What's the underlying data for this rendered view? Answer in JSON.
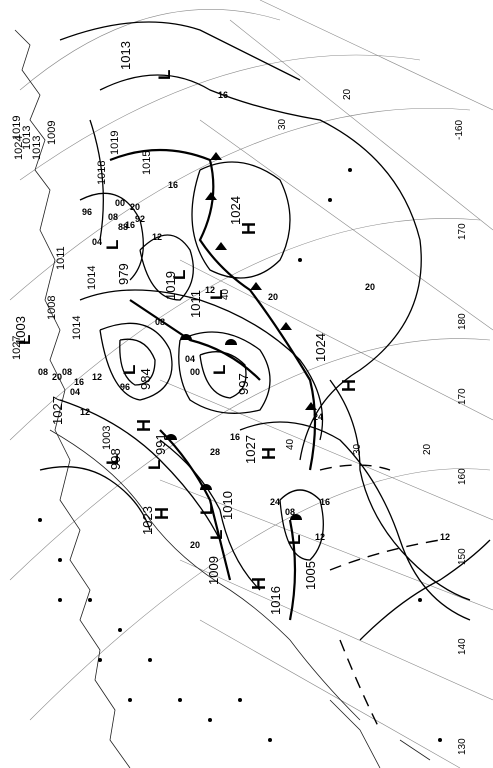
{
  "map": {
    "pressure_centers": [
      {
        "type": "H",
        "value": "1024",
        "rot": -90
      },
      {
        "type": "H",
        "value": "1024",
        "rot": -90
      },
      {
        "type": "H",
        "value": "1027",
        "rot": -90
      },
      {
        "type": "H",
        "value": "1023",
        "rot": -90
      },
      {
        "type": "H",
        "value": "1016",
        "rot": -90
      },
      {
        "type": "H",
        "value": "1027",
        "rot": -90
      },
      {
        "type": "L",
        "value": "1013",
        "rot": -90
      },
      {
        "type": "L",
        "value": "1019",
        "rot": -90
      },
      {
        "type": "L",
        "value": "1011",
        "rot": -90
      },
      {
        "type": "L",
        "value": "997",
        "rot": -90
      },
      {
        "type": "L",
        "value": "984",
        "rot": -90
      },
      {
        "type": "L",
        "value": "991",
        "rot": -90
      },
      {
        "type": "L",
        "value": "998",
        "rot": -90
      },
      {
        "type": "L",
        "value": "1003",
        "rot": -90
      },
      {
        "type": "L",
        "value": "1005",
        "rot": -90
      },
      {
        "type": "L",
        "value": "1009",
        "rot": -90
      },
      {
        "type": "L",
        "value": "1010",
        "rot": -90
      },
      {
        "type": "L",
        "value": "979",
        "rot": -90
      }
    ],
    "isobar_labels": [
      "16",
      "12",
      "08",
      "04",
      "00",
      "96",
      "20",
      "24",
      "16",
      "12",
      "08",
      "04",
      "20",
      "16",
      "12",
      "08",
      "20",
      "12",
      "16",
      "24",
      "28",
      "20",
      "16",
      "12",
      "08",
      "04",
      "00",
      "96",
      "88",
      "92",
      "16",
      "20",
      "12",
      "08"
    ],
    "coastal_labels": [
      "1013",
      "1015",
      "1018",
      "1019",
      "1014",
      "1011",
      "1009",
      "1013",
      "1019",
      "1024",
      "1003",
      "1027",
      "1014",
      "1008"
    ],
    "longitude_labels": [
      "-160",
      "170",
      "180",
      "170",
      "160",
      "150",
      "140",
      "130"
    ],
    "latitude_labels": [
      "20",
      "30",
      "40",
      "40",
      "30",
      "20"
    ]
  }
}
